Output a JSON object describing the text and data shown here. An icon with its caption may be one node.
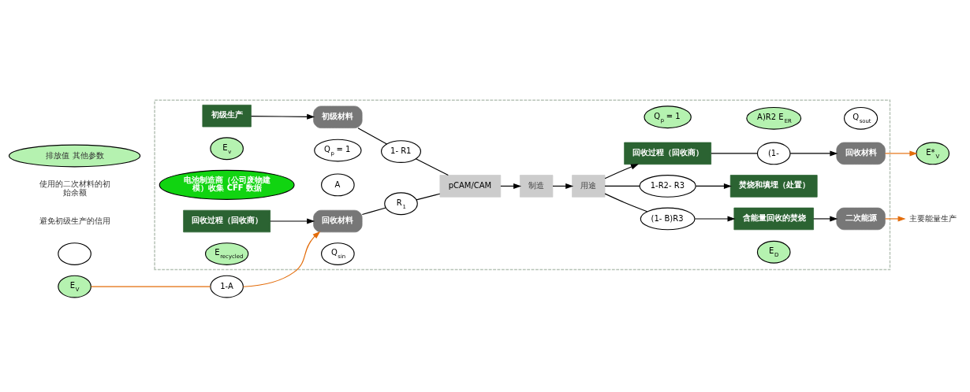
{
  "diagram": {
    "nodes": [
      {
        "text": [],
        "shape": "box"
      },
      {
        "text": [
          "初级生产"
        ],
        "in": 0
      },
      {
        "text": [
          "E$_{v}$"
        ],
        "in": 0
      },
      {
        "text": [
          "Q$_{p}$ = 1"
        ],
        "in": 0
      },
      {
        "text": [
          "初级材料"
        ],
        "in": 0
      },
      {
        "text": [
          "电池制造商（公司废物建模）收集 CFF 数据"
        ],
        "in": 0
      },
      {
        "text": [
          "Q$_{p}$ = 1"
        ],
        "in": 0
      },
      {
        "text": [
          "回收过程（回收商）"
        ],
        "in": 0
      },
      {
        "text": [
          "(1-"
        ],
        "in": 0
      },
      {
        "text": [
          "Q$_{sout}$"
        ],
        "in": 0
      },
      {
        "text": [
          "回收材料"
        ],
        "in": 0
      },
      {
        "text": [
          "E*$_{V}$"
        ]
      },
      {
        "text": [
          "1- R1"
        ],
        "in": 0
      },
      {
        "text": [
          "pCAM/CAM"
        ],
        "in": 0
      },
      {
        "text": [
          "制造"
        ],
        "in": 0
      },
      {
        "text": [
          "用途"
        ],
        "in": 0
      },
      {
        "text": [
          "(1- B)R3"
        ],
        "in": 0
      },
      {
        "text": [
          "A)R2 E$_{ER}$"
        ],
        "in": 0
      },
      {
        "text": [
          "含能量回收的焚烧"
        ],
        "in": 0
      },
      {
        "text": [
          "二次能源"
        ],
        "in": 0
      },
      {
        "text": [
          "主要能量生产"
        ]
      },
      {
        "text": [
          "R$_{1}$"
        ],
        "in": 0
      },
      {
        "text": [
          "A"
        ],
        "in": 0
      },
      {
        "text": [
          "回收过程（回收商）"
        ],
        "in": 0
      },
      {
        "text": [
          "回收材料"
        ],
        "in": 0
      },
      {
        "text": [
          "E$_{recycled}$"
        ],
        "in": 0
      },
      {
        "text": [
          "Q$_{sin}$"
        ],
        "in": 0
      },
      {
        "text": [
          "E$_{D}$"
        ],
        "in": 0
      },
      {
        "text": [
          "焚烧和填埋（处置）"
        ],
        "in": 0
      },
      {
        "text": [
          "1-R2- R3"
        ],
        "in": 0
      },
      {
        "text": [
          "1-A"
        ]
      },
      {
        "text": [
          "E$_{V}$"
        ]
      },
      {
        "text": [],
        "shape": "ellipse"
      }
    ],
    "edges": [
      {
        "from": 1,
        "to": 4,
        "arrow": "to"
      },
      {
        "from": 4,
        "to": 12,
        "arrow": "none"
      },
      {
        "from": 12,
        "to": 13,
        "arrow": "none"
      },
      {
        "from": 23,
        "to": 24,
        "arrow": "to"
      },
      {
        "from": 24,
        "to": 21,
        "arrow": "none"
      },
      {
        "from": 21,
        "to": 13,
        "arrow": "none"
      },
      {
        "from": 31,
        "to": 30,
        "arrow": "none",
        "color": "#e36c0a"
      },
      {
        "from": 30,
        "to": 24,
        "arrow": "to",
        "color": "#e36c0a"
      },
      {
        "from": 13,
        "to": 14,
        "arrow": "to"
      },
      {
        "from": 14,
        "to": 15,
        "arrow": "to"
      },
      {
        "from": 15,
        "to": 7,
        "arrow": "to"
      },
      {
        "from": 15,
        "to": 16,
        "arrow": "none"
      },
      {
        "from": 16,
        "to": 18,
        "arrow": "to"
      },
      {
        "from": 15,
        "to": 29,
        "arrow": "none"
      },
      {
        "from": 29,
        "to": 28,
        "arrow": "to"
      },
      {
        "from": 7,
        "to": 8,
        "arrow": "none"
      },
      {
        "from": 8,
        "to": 10,
        "arrow": "to"
      },
      {
        "from": 10,
        "to": 11,
        "arrow": "to",
        "color": "#e36c0a"
      },
      {
        "from": 18,
        "to": 19,
        "arrow": "to"
      },
      {
        "from": 19,
        "to": 20,
        "arrow": "to",
        "color": "#e36c0a"
      }
    ],
    "labels": [
      "避免初级生产的信用",
      "使用的二次材料的初始余额"
    ],
    "legend": [
      {
        "text": "排放值 其他参数",
        "color": "#b5f2b0"
      }
    ]
  }
}
